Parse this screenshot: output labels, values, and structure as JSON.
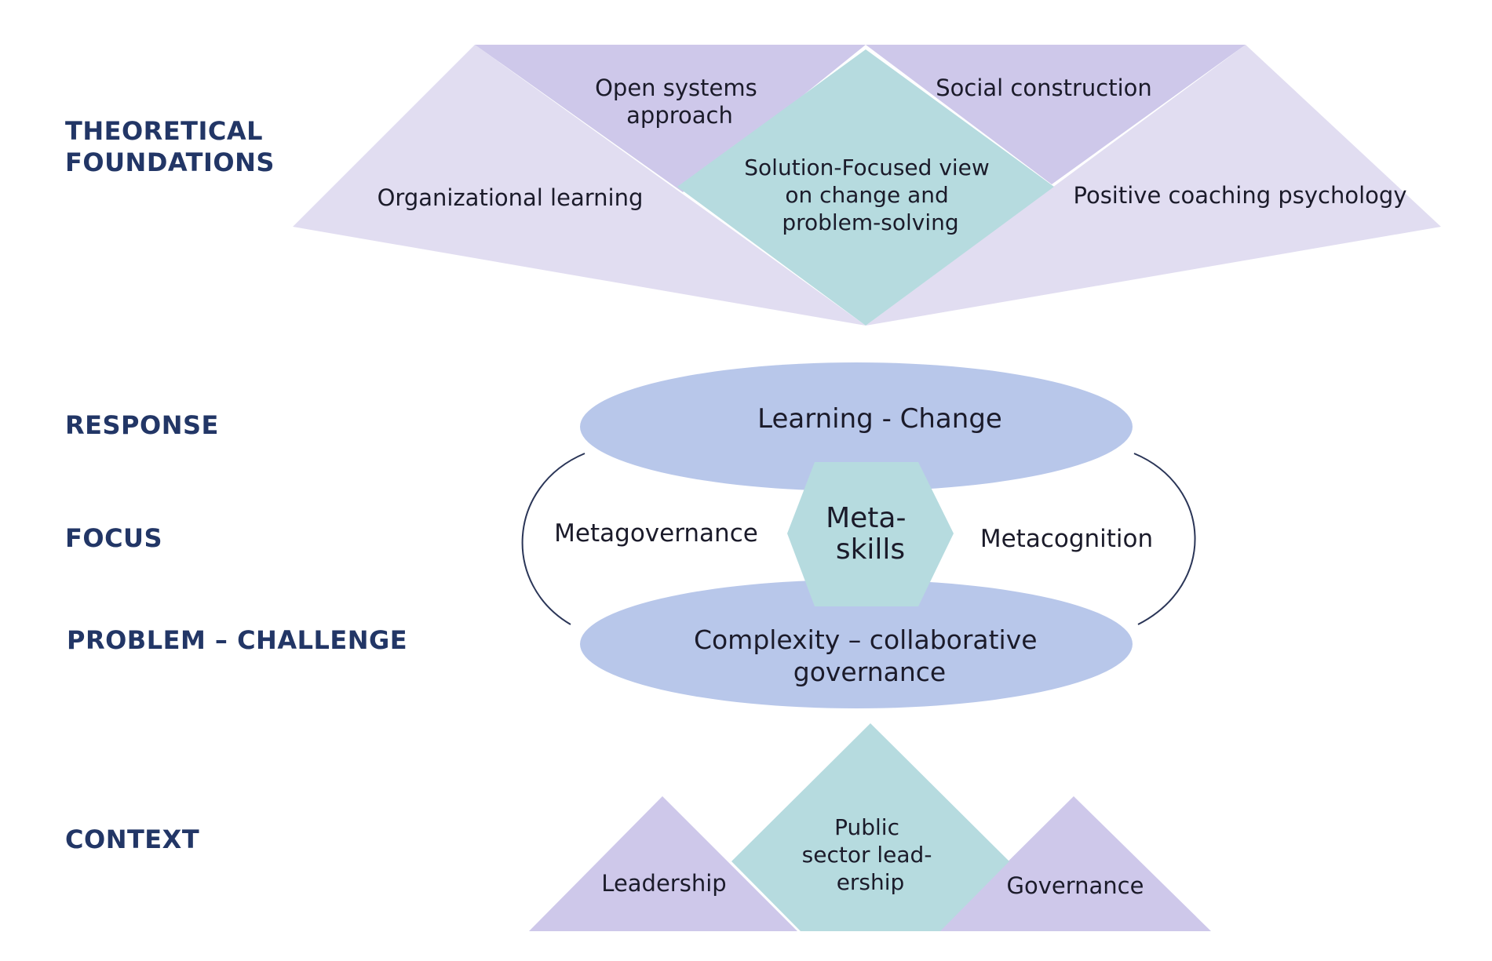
{
  "row_labels": {
    "theoretical_foundations": "THEORETICAL\nFOUNDATIONS",
    "response": "RESPONSE",
    "focus": "FOCUS",
    "problem_challenge": "PROBLEM – CHALLENGE",
    "context": "CONTEXT"
  },
  "foundations": {
    "open_systems": [
      "Open systems",
      "approach"
    ],
    "social_construction": "Social construction",
    "organizational_learning": "Organizational learning",
    "solution_focused": [
      "Solution-Focused view",
      "on change and",
      "problem-solving"
    ],
    "positive_coaching": "Positive coaching psychology"
  },
  "core": {
    "response_ellipse": "Learning - Change",
    "meta_skills": [
      "Meta-",
      "skills"
    ],
    "left_focus": "Metagovernance",
    "right_focus": "Metacognition",
    "problem_ellipse": [
      "Complexity – collaborative",
      "governance"
    ]
  },
  "context": {
    "leadership": "Leadership",
    "public_sector": [
      "Public",
      "sector lead-",
      "ership"
    ],
    "governance": "Governance"
  },
  "colors": {
    "label_navy": "#223666",
    "lavender_light": "#e1ddf1",
    "lavender_mid": "#cec8ea",
    "teal": "#b6dbdf",
    "ellipse_blue": "#b8c7ea",
    "arc_line": "#2a3557",
    "text_dark": "#1b1b2a"
  }
}
